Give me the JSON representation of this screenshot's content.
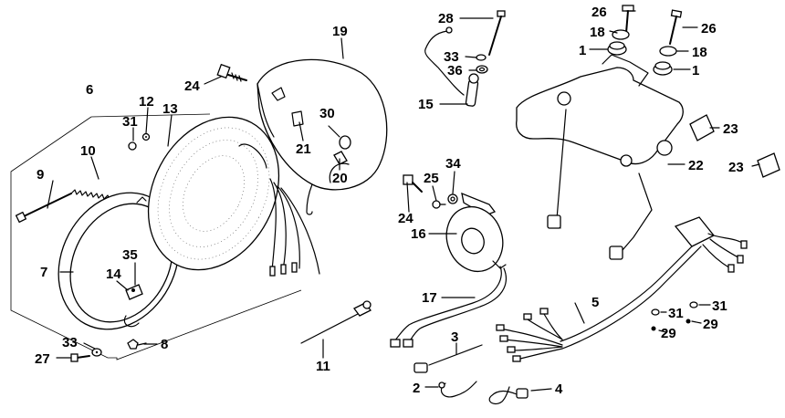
{
  "parts": [
    {
      "id": "p1a",
      "label": "1"
    },
    {
      "id": "p1b",
      "label": "1"
    },
    {
      "id": "p2",
      "label": "2"
    },
    {
      "id": "p3",
      "label": "3"
    },
    {
      "id": "p4",
      "label": "4"
    },
    {
      "id": "p5",
      "label": "5"
    },
    {
      "id": "p6",
      "label": "6"
    },
    {
      "id": "p7",
      "label": "7"
    },
    {
      "id": "p8",
      "label": "8"
    },
    {
      "id": "p9",
      "label": "9"
    },
    {
      "id": "p10",
      "label": "10"
    },
    {
      "id": "p11",
      "label": "11"
    },
    {
      "id": "p12",
      "label": "12"
    },
    {
      "id": "p13",
      "label": "13"
    },
    {
      "id": "p14",
      "label": "14"
    },
    {
      "id": "p15",
      "label": "15"
    },
    {
      "id": "p16",
      "label": "16"
    },
    {
      "id": "p17",
      "label": "17"
    },
    {
      "id": "p18a",
      "label": "18"
    },
    {
      "id": "p18b",
      "label": "18"
    },
    {
      "id": "p19",
      "label": "19"
    },
    {
      "id": "p20",
      "label": "20"
    },
    {
      "id": "p21",
      "label": "21"
    },
    {
      "id": "p22",
      "label": "22"
    },
    {
      "id": "p23a",
      "label": "23"
    },
    {
      "id": "p23b",
      "label": "23"
    },
    {
      "id": "p24a",
      "label": "24"
    },
    {
      "id": "p24b",
      "label": "24"
    },
    {
      "id": "p25",
      "label": "25"
    },
    {
      "id": "p26a",
      "label": "26"
    },
    {
      "id": "p26b",
      "label": "26"
    },
    {
      "id": "p27",
      "label": "27"
    },
    {
      "id": "p28",
      "label": "28"
    },
    {
      "id": "p29a",
      "label": "29"
    },
    {
      "id": "p29b",
      "label": "29"
    },
    {
      "id": "p30",
      "label": "30"
    },
    {
      "id": "p31a",
      "label": "31"
    },
    {
      "id": "p31b",
      "label": "31"
    },
    {
      "id": "p31c",
      "label": "31"
    },
    {
      "id": "p33a",
      "label": "33"
    },
    {
      "id": "p33b",
      "label": "33"
    },
    {
      "id": "p34",
      "label": "34"
    },
    {
      "id": "p35",
      "label": "35"
    },
    {
      "id": "p36",
      "label": "36"
    }
  ]
}
